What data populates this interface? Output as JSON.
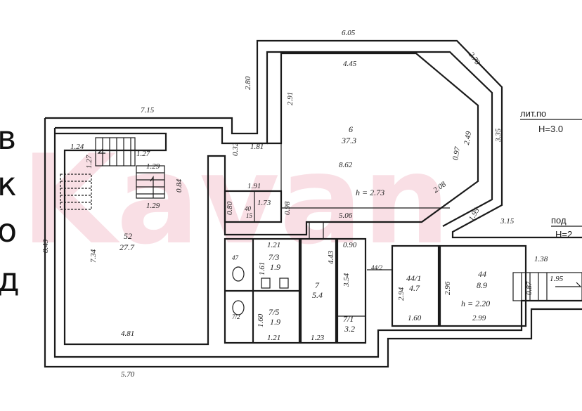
{
  "left_letters": [
    "в",
    "к",
    "о",
    "д"
  ],
  "watermark": "Kavan",
  "labels": {
    "lit": "лит.по",
    "lit_h": "H=3.0",
    "pod": "под",
    "pod_h": "H=2"
  },
  "dimensions": {
    "top_605": "6.05",
    "d_445": "4.45",
    "d_270": "2.70",
    "d_280": "2.80",
    "d_291": "2.91",
    "d_715": "7.15",
    "d_335": "3.35",
    "d_249": "2.49",
    "d_097": "0.97",
    "d_208": "2.08",
    "d_124": "1.24",
    "d_127a": "1.27",
    "d_127b": "1.27",
    "d_129a": "1.29",
    "d_129b": "1.29",
    "d_084": "0.84",
    "d_032": "0.32",
    "d_181": "1.81",
    "d_862": "8.62",
    "d_191": "1.91",
    "d_080": "0.80",
    "d_173": "1.73",
    "d_098": "0.98",
    "d_506": "5.06",
    "d_195": "1.95",
    "d_315": "3.15",
    "d_843": "8.43",
    "d_734": "7.34",
    "d_481": "4.81",
    "d_570": "5.70",
    "d_121a": "1.21",
    "d_161": "1.61",
    "d_443": "4.43",
    "d_090": "0.90",
    "d_354": "3.54",
    "d_160": "1.60",
    "d_121b": "1.21",
    "d_123": "1.23",
    "d_296a": "2.94",
    "d_296b": "2.96",
    "d_160b": "1.60",
    "d_299": "2.99",
    "d_138": "1.38",
    "d_087": "0.87",
    "d_195b": "1.95"
  },
  "rooms": {
    "r6_num": "6",
    "r6_area": "37.3",
    "r6_h": "h = 2.73",
    "r52_num": "52",
    "r52_area": "27.7",
    "r40_num": "40",
    "r40_area": "15",
    "r73_num": "7/3",
    "r73_area": "1.9",
    "r75_num": "7/5",
    "r75_area": "1.9",
    "r7_num": "7",
    "r7_area": "5.4",
    "r71_num": "7/1",
    "r71_area": "3.2",
    "r441_num": "44/1",
    "r441_area": "4.7",
    "r44_num": "44",
    "r44_area": "8.9",
    "r44_h": "h = 2.20",
    "r742_num": "44/2",
    "r74_num": "47",
    "r72_num": "7/2"
  }
}
